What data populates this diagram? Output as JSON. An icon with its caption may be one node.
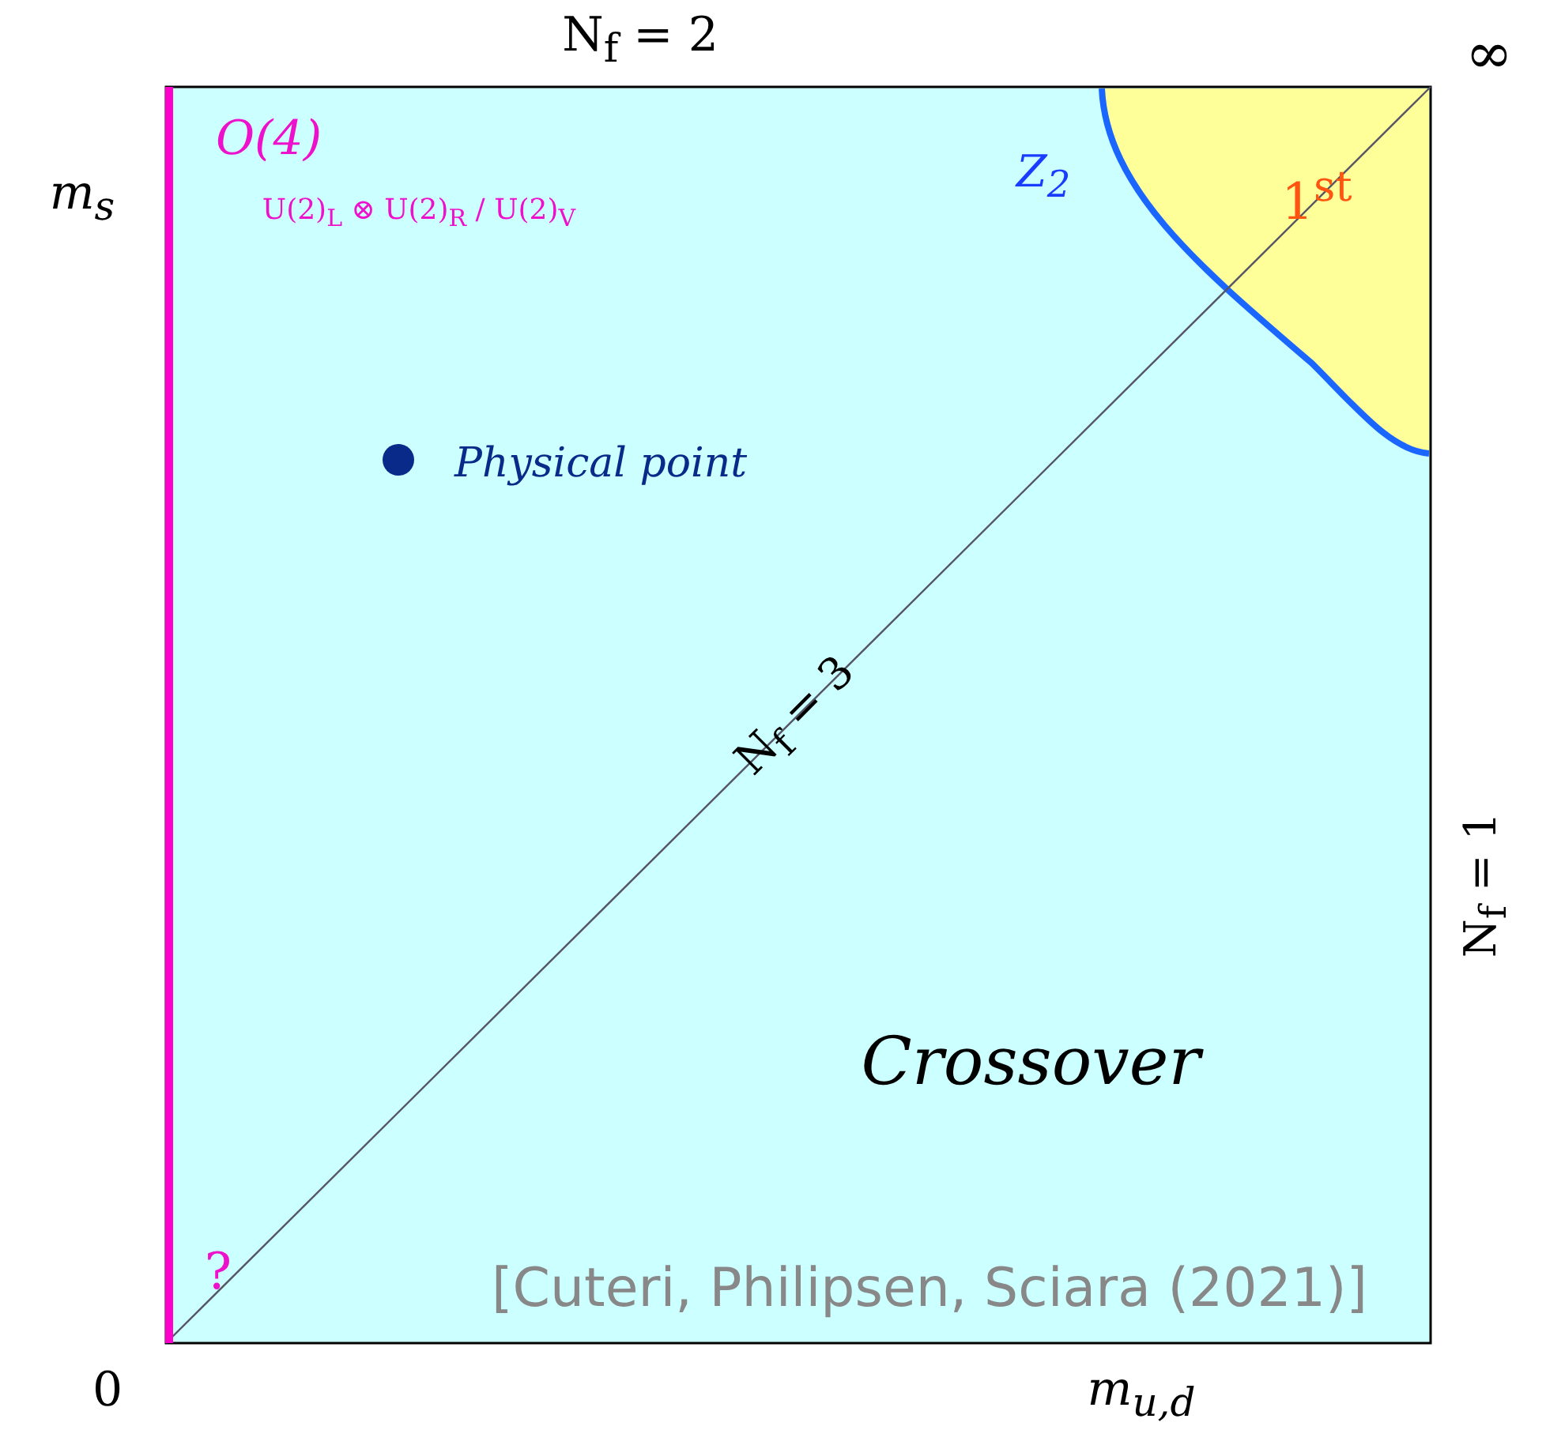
{
  "diagram": {
    "labels": [
      "N$_{f}$ = 2",
      "∞",
      "O(4)",
      "Z$_{2}$",
      "1$^{st}$",
      "m$_{s}$",
      "U(2)$_{L}$ ⊗ U(2)$_{R}$ / U(2)$_{V}$",
      "Physical point",
      "N$_{f}$ = 3",
      "N$_{f}$ = 1",
      "Crossover",
      "?",
      "[Cuteri, Philipsen, Sciara (2021)]",
      "0",
      "m$_{u,d}$"
    ]
  }
}
